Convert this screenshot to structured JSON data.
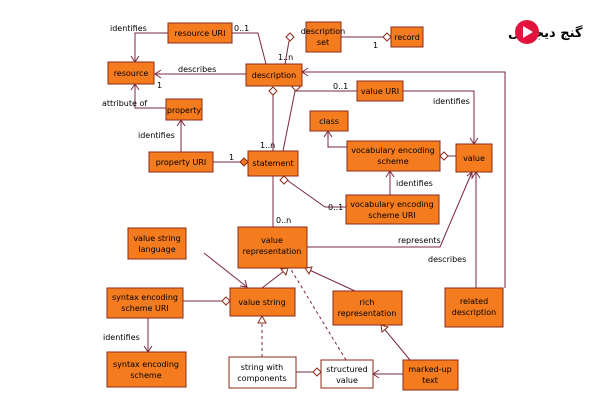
{
  "diagram": {
    "nodes": {
      "resource_uri": "resource URI",
      "resource": "resource",
      "description_set": [
        "description",
        "set"
      ],
      "record": "record",
      "description": "description",
      "property": "property",
      "property_uri": "property URI",
      "value_uri": "value URI",
      "class": "class",
      "ves": [
        "vocabulary encoding",
        "scheme"
      ],
      "value": "value",
      "statement": "statement",
      "ves_uri": [
        "vocabulary encoding",
        "scheme URI"
      ],
      "value_representation": [
        "value",
        "representation"
      ],
      "vs_language": [
        "value string",
        "language"
      ],
      "ses_uri": [
        "syntax encoding",
        "scheme URI"
      ],
      "value_string": "value string",
      "rich_representation": [
        "rich",
        "representation"
      ],
      "related_description": [
        "related",
        "description"
      ],
      "ses": [
        "syntax encoding",
        "scheme"
      ],
      "string_components": [
        "string with",
        "components"
      ],
      "structured_value": [
        "structured",
        "value"
      ],
      "marked_up_text": [
        "marked-up",
        "text"
      ]
    },
    "labels": {
      "identifies_1": "identifies",
      "mult_0_1_a": "0..1",
      "mult_1_n_a": "1..n",
      "mult_1_a": "1",
      "describes": "describes",
      "mult_1_b": "1",
      "attribute_of": "attribute of",
      "identifies_2": "identifies",
      "mult_0_1_b": "0..1",
      "identifies_3": "identifies",
      "mult_1_n_b": "1..n",
      "mult_1_c": "1",
      "identifies_4": "identifies",
      "mult_0_1_c": "0..1",
      "mult_0_n": "0..n",
      "represents": "represents",
      "describes_2": "describes",
      "identifies_5": "identifies"
    }
  },
  "watermark": {
    "text": "گنج دیجیتال",
    "colors": {
      "logo": "#e0143c"
    }
  }
}
